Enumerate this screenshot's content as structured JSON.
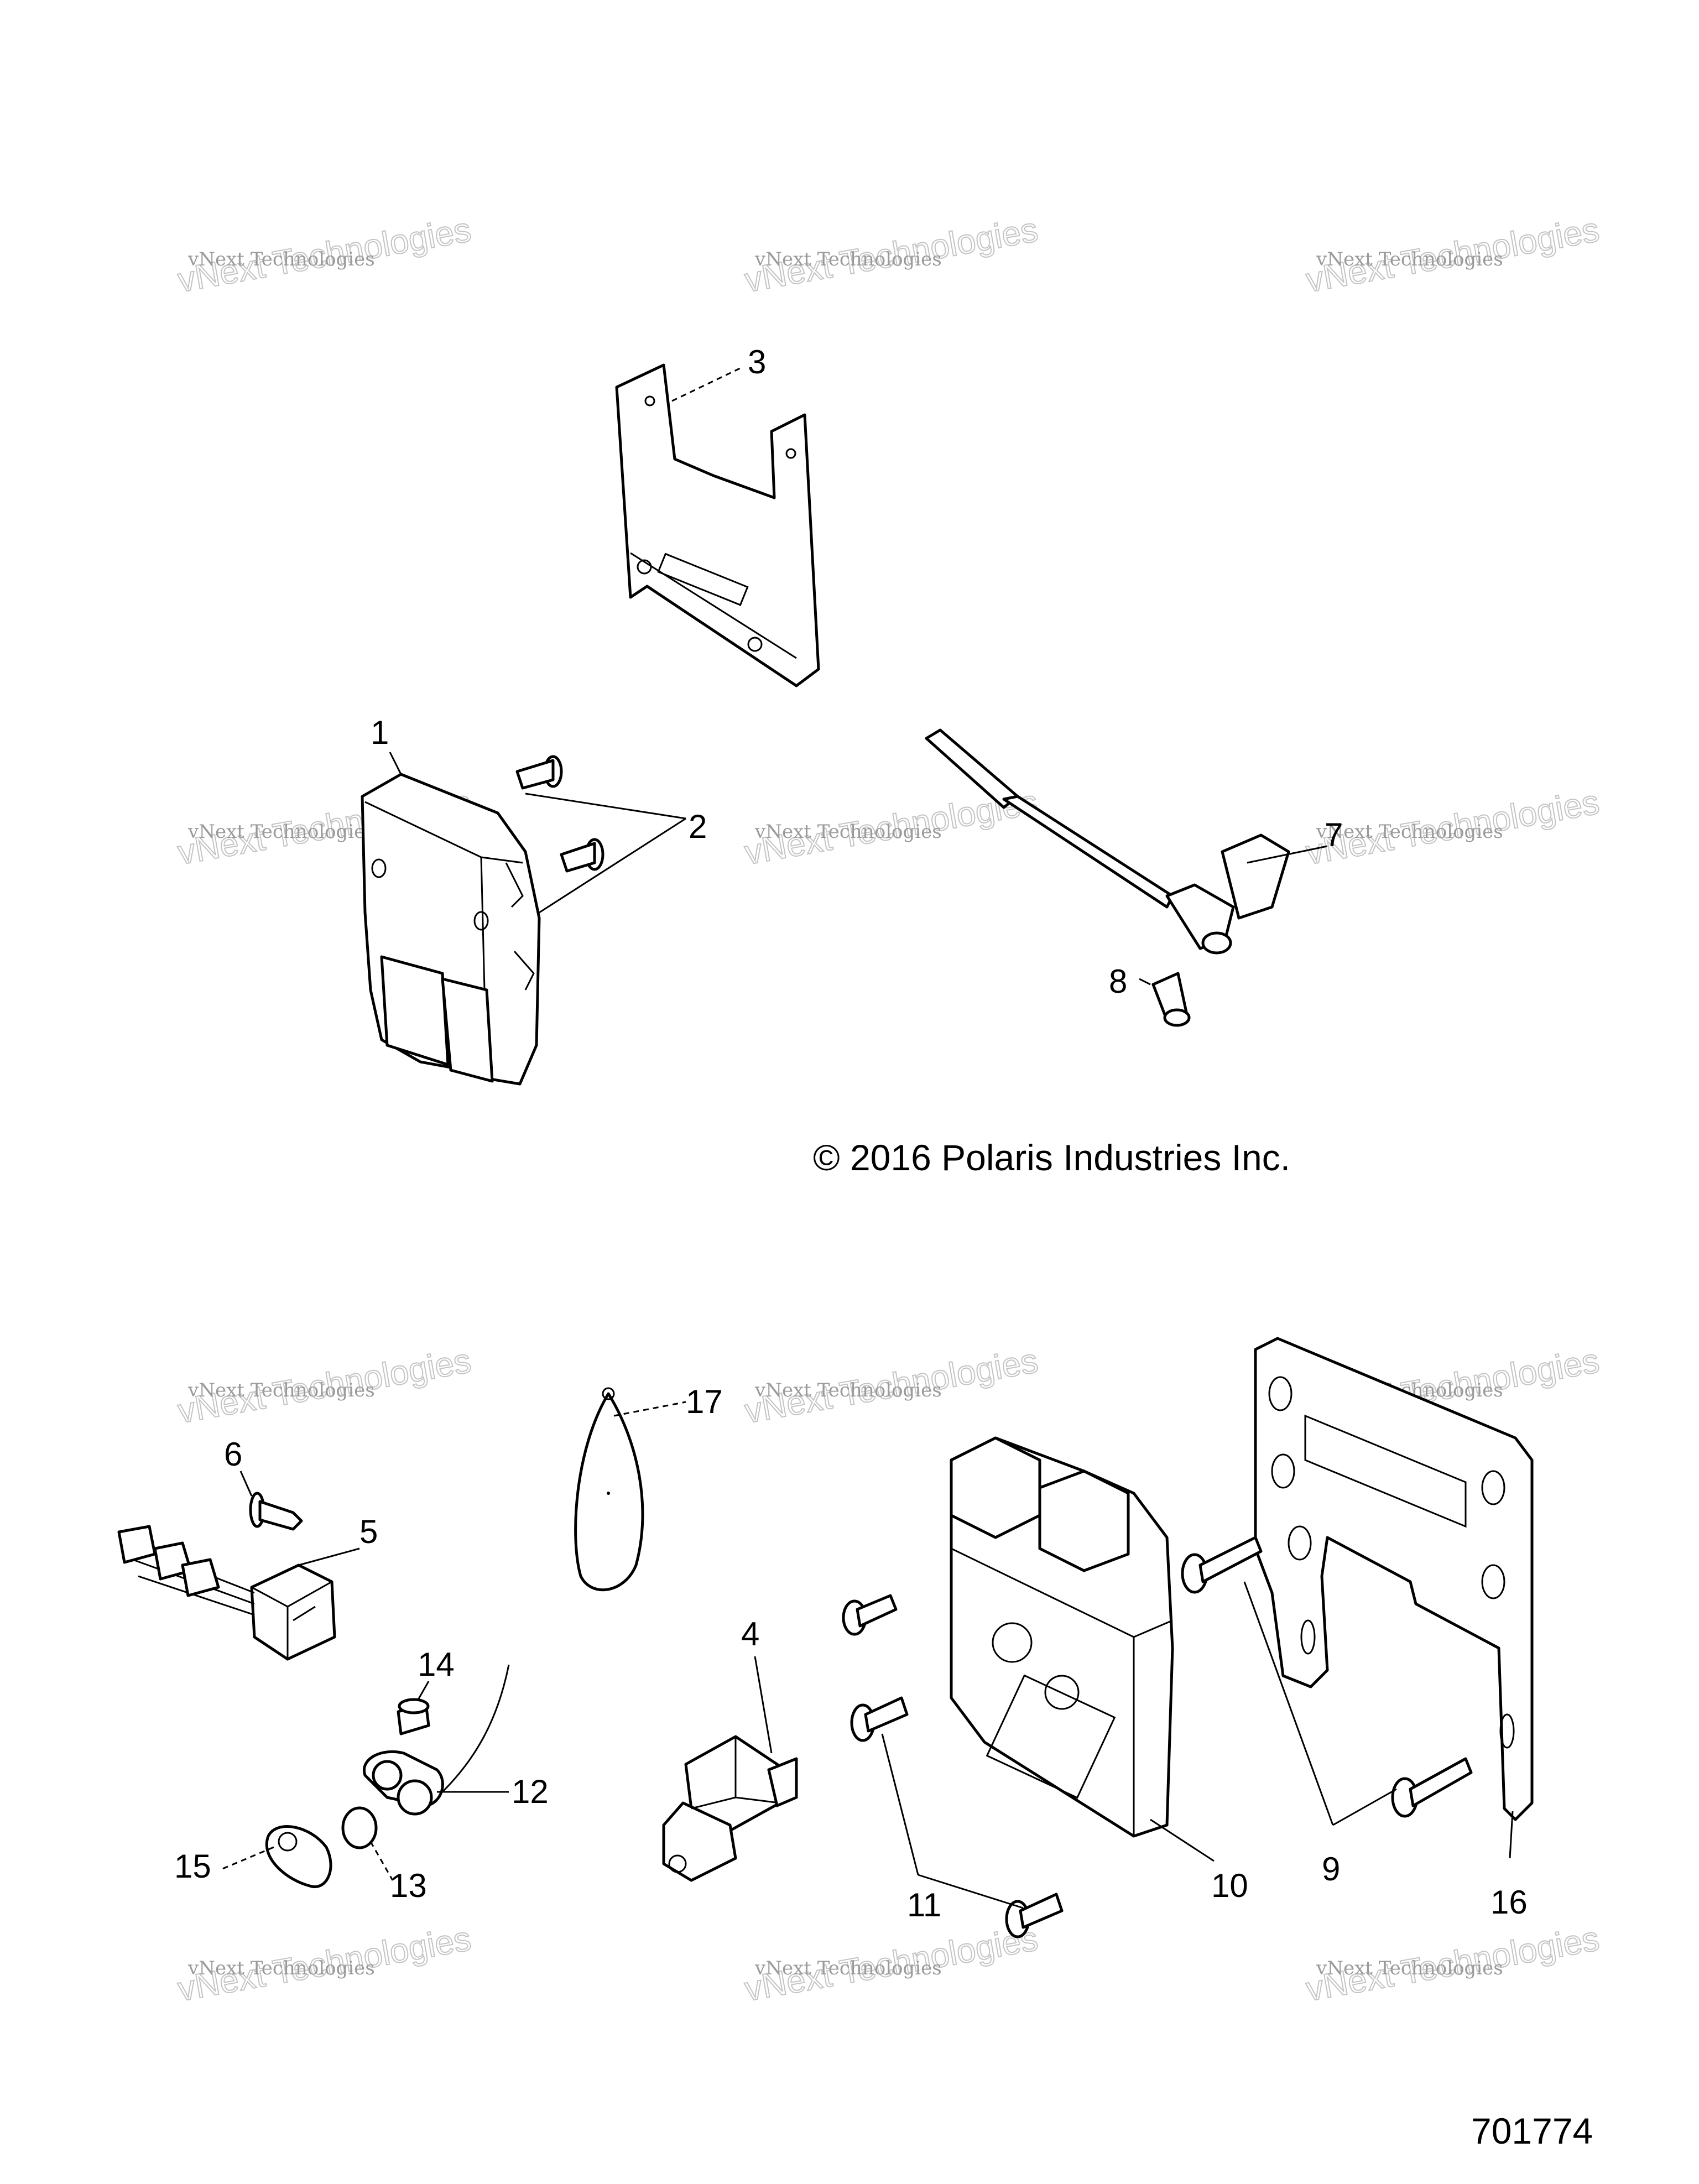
{
  "copyright": "© 2016 Polaris Industries Inc.",
  "document_number": "701774",
  "watermark": {
    "line1": "vNext Technologies",
    "line2": "vNext Technologies"
  },
  "callouts": {
    "c1": "1",
    "c2": "2",
    "c3": "3",
    "c4": "4",
    "c5": "5",
    "c6": "6",
    "c7": "7",
    "c8": "8",
    "c9": "9",
    "c10": "10",
    "c11": "11",
    "c12": "12",
    "c13": "13",
    "c14": "14",
    "c15": "15",
    "c16": "16",
    "c17": "17"
  }
}
